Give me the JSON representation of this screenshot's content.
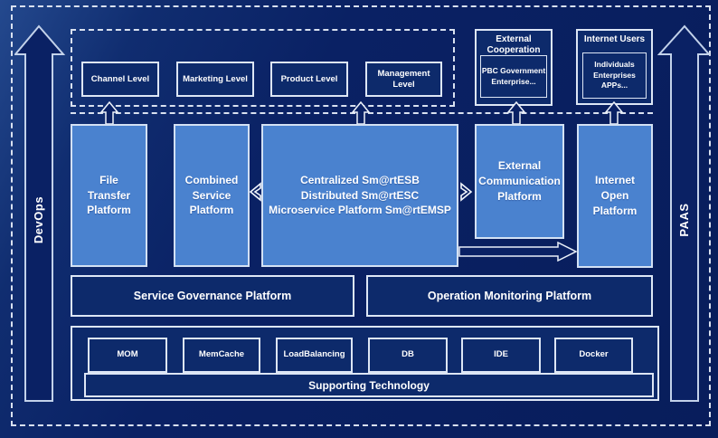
{
  "colors": {
    "background": "#0a2164",
    "panel_navy": "#0d2a6b",
    "platform_blue": "#4a82cf",
    "border_light": "#dde6f5"
  },
  "rails": {
    "left_label": "DevOps",
    "right_label": "PAAS"
  },
  "levels": {
    "items": [
      {
        "label": "Channel Level"
      },
      {
        "label": "Marketing Level"
      },
      {
        "label": "Product Level"
      },
      {
        "label": "Management Level"
      }
    ]
  },
  "external_cooperation": {
    "title_lines": [
      "External",
      "Cooperation"
    ],
    "inner_lines": [
      "PBC Government",
      "Enterprise..."
    ]
  },
  "internet_users": {
    "title": "Internet Users",
    "inner_lines": [
      "Individuals",
      "Enterprises",
      "APPs..."
    ]
  },
  "platforms": {
    "file_transfer": {
      "lines": [
        "File",
        "Transfer",
        "Platform"
      ]
    },
    "combined_service": {
      "lines": [
        "Combined",
        "Service",
        "Platform"
      ]
    },
    "esb": {
      "lines": [
        "Centralized Sm@rtESB",
        "Distributed Sm@rtESC",
        "Microservice Platform Sm@rtEMSP"
      ]
    },
    "external_communication": {
      "lines": [
        "External",
        "Communication",
        "Platform"
      ]
    },
    "internet_open": {
      "lines": [
        "Internet",
        "Open",
        "Platform"
      ]
    }
  },
  "governance": {
    "label": "Service Governance Platform"
  },
  "monitoring": {
    "label": "Operation Monitoring Platform"
  },
  "supporting": {
    "label": "Supporting Technology",
    "items": [
      {
        "lines": [
          "MOM"
        ]
      },
      {
        "lines": [
          "Mem",
          "Cache"
        ]
      },
      {
        "lines": [
          "Load",
          "Balancing"
        ]
      },
      {
        "lines": [
          "DB"
        ]
      },
      {
        "lines": [
          "IDE"
        ]
      },
      {
        "lines": [
          "Docker"
        ]
      }
    ]
  }
}
